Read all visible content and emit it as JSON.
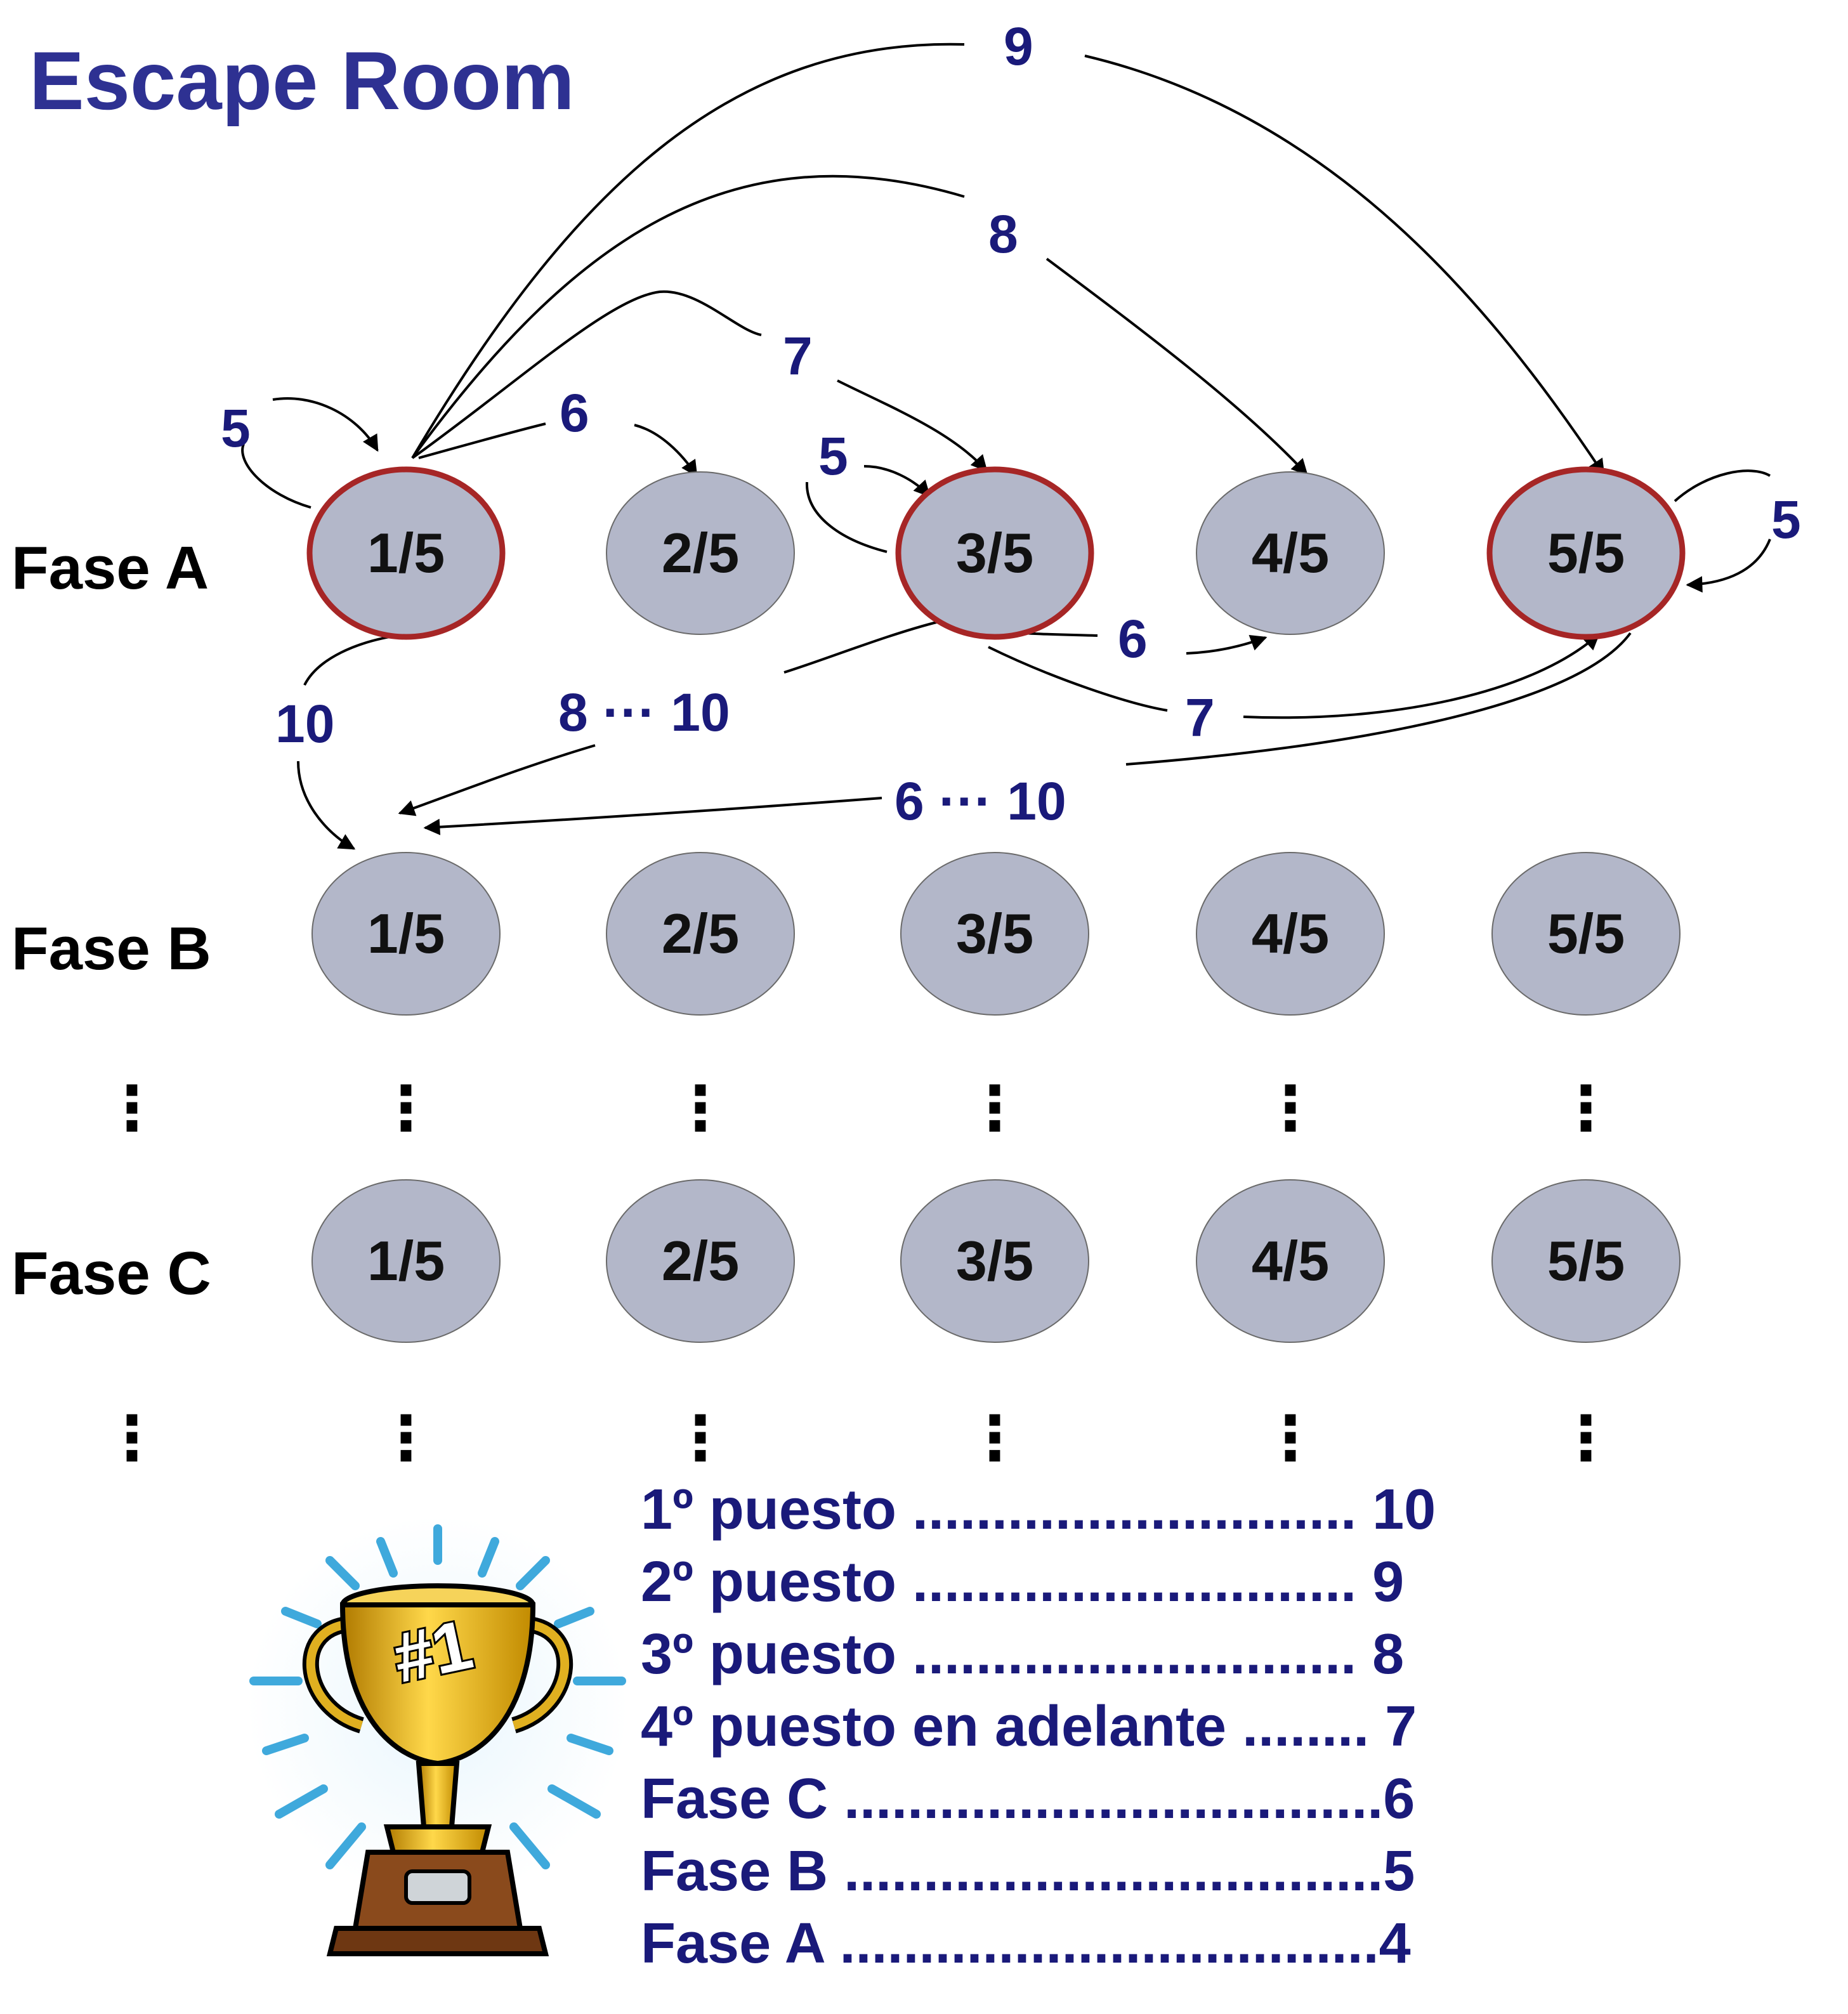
{
  "title": "Escape Room",
  "colors": {
    "title": "#2e3192",
    "edge_label": "#1a1a7a",
    "node_fill": "#b3b7c9",
    "node_stroke": "#6a6a6a",
    "highlight_stroke": "#a62626",
    "score_text": "#1a1a7a"
  },
  "phases": [
    {
      "label": "Fase A",
      "nodes": [
        "1/5",
        "2/5",
        "3/5",
        "4/5",
        "5/5"
      ]
    },
    {
      "label": "Fase B",
      "nodes": [
        "1/5",
        "2/5",
        "3/5",
        "4/5",
        "5/5"
      ]
    },
    {
      "label": "Fase C",
      "nodes": [
        "1/5",
        "2/5",
        "3/5",
        "4/5",
        "5/5"
      ]
    }
  ],
  "highlighted_nodes": [
    "Fase A 1/5",
    "Fase A 3/5",
    "Fase A 5/5"
  ],
  "ellipsis": "⋮",
  "edges": [
    {
      "from": "Fase A 1/5",
      "to": "Fase A 1/5",
      "label": "5"
    },
    {
      "from": "Fase A 1/5",
      "to": "Fase A 2/5",
      "label": "6"
    },
    {
      "from": "Fase A 1/5",
      "to": "Fase A 3/5",
      "label": "7"
    },
    {
      "from": "Fase A 1/5",
      "to": "Fase A 4/5",
      "label": "8"
    },
    {
      "from": "Fase A 1/5",
      "to": "Fase A 5/5",
      "label": "9"
    },
    {
      "from": "Fase A 1/5",
      "to": "Fase B 1/5",
      "label": "10"
    },
    {
      "from": "Fase A 3/5",
      "to": "Fase A 3/5",
      "label": "5"
    },
    {
      "from": "Fase A 3/5",
      "to": "Fase A 4/5",
      "label": "6"
    },
    {
      "from": "Fase A 3/5",
      "to": "Fase A 5/5",
      "label": "7"
    },
    {
      "from": "Fase A 3/5",
      "to": "Fase B 1/5",
      "label": "8 ··· 10"
    },
    {
      "from": "Fase A 5/5",
      "to": "Fase A 5/5",
      "label": "5"
    },
    {
      "from": "Fase A 5/5",
      "to": "Fase B 1/5",
      "label": "6 ··· 10"
    }
  ],
  "trophy_icon": "trophy-number-one-icon",
  "trophy_text": "#1",
  "scoring": [
    {
      "text": "1º puesto ............................ 10"
    },
    {
      "text": "2º puesto ............................   9"
    },
    {
      "text": "3º puesto ............................   8"
    },
    {
      "text": "4º puesto en adelante ........ 7"
    },
    {
      "text": "Fase C ..................................6"
    },
    {
      "text": "Fase B ..................................5"
    },
    {
      "text": "Fase A ..................................4"
    }
  ]
}
